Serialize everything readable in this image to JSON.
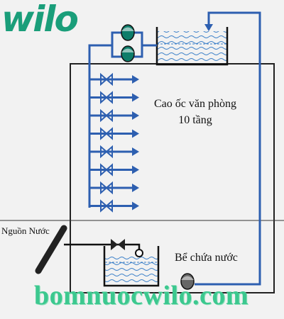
{
  "brand": {
    "logo": "wilo"
  },
  "building": {
    "line1": "Cao ốc văn phòng",
    "line2": "10 tầng"
  },
  "source": {
    "label": "Nguồn Nước"
  },
  "tank": {
    "label": "Bể chứa nước"
  },
  "watermark": {
    "text": "bomnuocwilo.com"
  },
  "diagram": {
    "floors": 8
  },
  "colors": {
    "pipe": "#2d5fb0",
    "frame": "#222222",
    "pump": "#0e7d6a",
    "brand": "#1a9e7a",
    "watermark": "#3cc88f"
  }
}
